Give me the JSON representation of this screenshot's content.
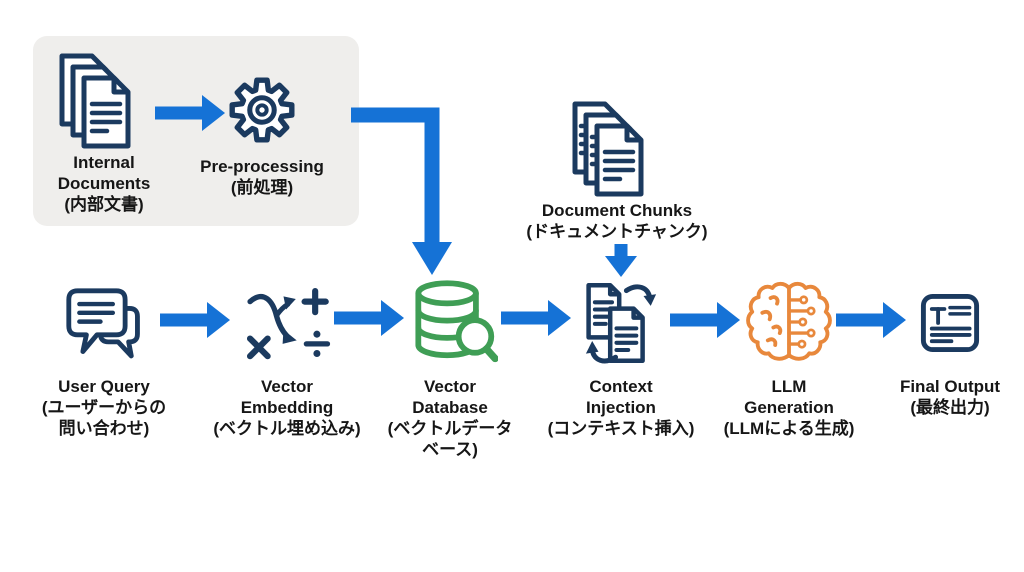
{
  "diagram": {
    "type": "flow-diagram",
    "topic": "RAG pipeline (Retrieval-Augmented Generation)"
  },
  "colors": {
    "arrow_blue": "#1572d6",
    "icon_navy": "#1b3a5f",
    "db_green": "#3f9e55",
    "brain_orange": "#e8883c",
    "panel_gray": "#efeeec",
    "text": "#161616",
    "background": "#ffffff"
  },
  "nodes": {
    "internal_documents": {
      "label": [
        "Internal",
        "Documents",
        "(内部文書)"
      ],
      "icon": "stacked-documents"
    },
    "pre_processing": {
      "label": [
        "Pre-processing",
        "(前処理)"
      ],
      "icon": "gear"
    },
    "document_chunks": {
      "label": [
        "Document Chunks",
        "(ドキュメントチャンク)"
      ],
      "icon": "stacked-documents-dashed"
    },
    "user_query": {
      "label": [
        "User Query",
        "(ユーザーからの",
        "問い合わせ)"
      ],
      "icon": "chat-bubbles"
    },
    "vector_embedding": {
      "label": [
        "Vector",
        "Embedding",
        "(ベクトル埋め込み)"
      ],
      "icon": "vector-math-arrows"
    },
    "vector_database": {
      "label": [
        "Vector",
        "Database",
        "(ベクトルデータ",
        "ベース)"
      ],
      "icon": "database-magnifier"
    },
    "context_injection": {
      "label": [
        "Context",
        "Injection",
        "(コンテキスト挿入)"
      ],
      "icon": "documents-sync"
    },
    "llm_generation": {
      "label": [
        "LLM",
        "Generation",
        "(LLMによる生成)"
      ],
      "icon": "brain-circuit"
    },
    "final_output": {
      "label": [
        "Final Output",
        "(最終出力)"
      ],
      "icon": "text-document"
    }
  },
  "edges": [
    {
      "from": "internal_documents",
      "to": "pre_processing"
    },
    {
      "from": "pre_processing",
      "to": "vector_database"
    },
    {
      "from": "document_chunks",
      "to": "context_injection"
    },
    {
      "from": "user_query",
      "to": "vector_embedding"
    },
    {
      "from": "vector_embedding",
      "to": "vector_database"
    },
    {
      "from": "vector_database",
      "to": "context_injection"
    },
    {
      "from": "context_injection",
      "to": "llm_generation"
    },
    {
      "from": "llm_generation",
      "to": "final_output"
    }
  ]
}
